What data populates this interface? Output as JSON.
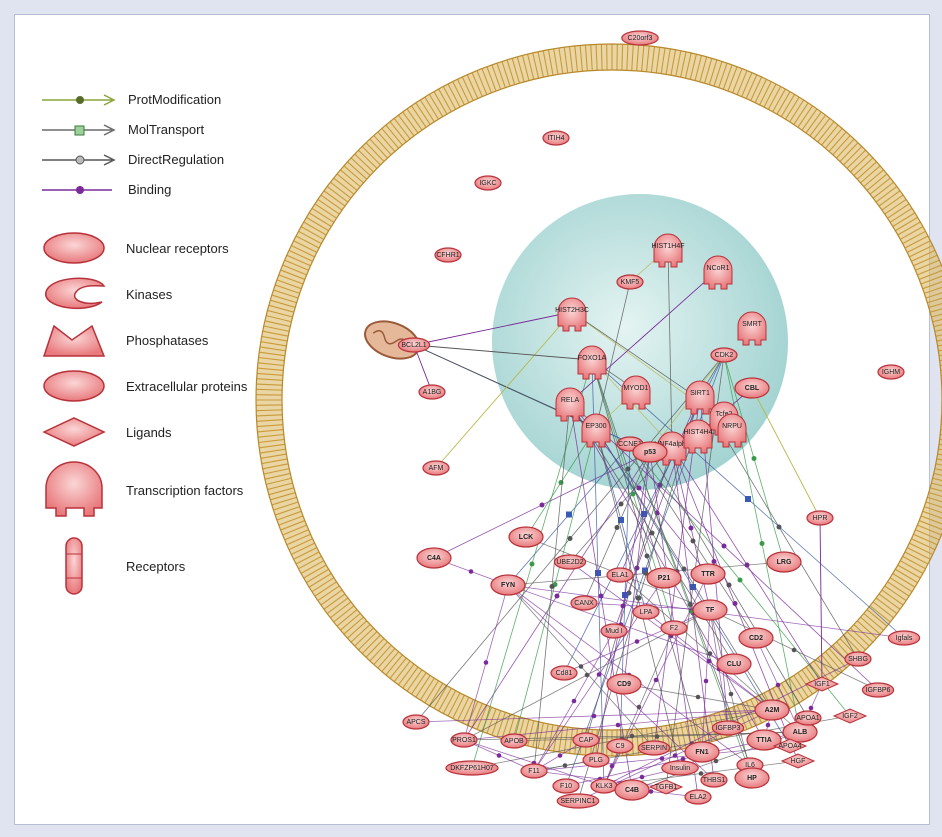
{
  "legend": {
    "edges": [
      {
        "label": "ProtModification",
        "color": "#8aa53a",
        "marker": "circle",
        "icon": "prot-modification-arrow-icon"
      },
      {
        "label": "MolTransport",
        "color": "#6a6a6a",
        "marker": "square",
        "icon": "mol-transport-arrow-icon"
      },
      {
        "label": "DirectRegulation",
        "color": "#555555",
        "marker": "circle-grey",
        "icon": "direct-regulation-arrow-icon"
      },
      {
        "label": "Binding",
        "color": "#7a2a9a",
        "marker": "circle-purple",
        "icon": "binding-line-icon"
      }
    ],
    "shapes": [
      {
        "label": "Nuclear receptors",
        "icon": "nuclear-receptor-ellipse-icon"
      },
      {
        "label": "Kinases",
        "icon": "kinase-crescent-icon"
      },
      {
        "label": "Phosphatases",
        "icon": "phosphatase-trapezoid-icon"
      },
      {
        "label": "Extracellular proteins",
        "icon": "extracellular-protein-ellipse-icon"
      },
      {
        "label": "Ligands",
        "icon": "ligand-diamond-icon"
      },
      {
        "label": "Transcription factors",
        "icon": "transcription-factor-dome-icon"
      },
      {
        "label": "Receptors",
        "icon": "receptor-capsule-icon"
      }
    ]
  },
  "colors": {
    "membrane": "#d9b45a",
    "nucleus": "#9fd6d4",
    "node_fill": "#f4a0a0",
    "node_stroke": "#b8323a",
    "edge_purple": "#7a2a9a",
    "edge_green": "#3a9a4a",
    "edge_grey": "#555555",
    "edge_blue": "#3a5aa0",
    "edge_olive": "#b8b84a"
  },
  "nodes": {
    "outside": [
      "C20orf3",
      "ITIH4",
      "IGKC",
      "CFHR1",
      "IGHM",
      "BCL2L1",
      "A1BG",
      "AFM",
      "HPR"
    ],
    "nucleus": [
      "HIST1H4F",
      "NCoR1",
      "KMF5",
      "HIST2H3C",
      "SMRT",
      "CDK2",
      "FOXO1A",
      "RELA",
      "MYOD1",
      "SIRT1",
      "CBL",
      "Tcfe2",
      "EP300",
      "CCNE1",
      "HNF4alpha",
      "p53",
      "HIST4H4",
      "NRPU"
    ],
    "cytoplasm": [
      "C4A",
      "LCK",
      "UBE2D2",
      "FYN",
      "ELA1",
      "P21",
      "TTR",
      "LRG",
      "CANX",
      "LPA",
      "TF",
      "CD2",
      "Mud I",
      "F2",
      "CLU",
      "Cd81",
      "CD9",
      "A2M",
      "IGF1",
      "IGF2",
      "SHBG",
      "Igfals",
      "IGFBP6",
      "APCS",
      "PROS1",
      "APOB",
      "CAP",
      "C9",
      "SERPIN",
      "FN1",
      "TTIA",
      "ALB",
      "APOA1",
      "APOA4",
      "HGF",
      "IL6",
      "IGFBP3",
      "DKFZP61H07",
      "F11",
      "F10",
      "PLG",
      "Insulin",
      "THBS1",
      "HP",
      "SERPINC1",
      "KLK3",
      "C4B",
      "TGFB1",
      "ELA2"
    ]
  }
}
